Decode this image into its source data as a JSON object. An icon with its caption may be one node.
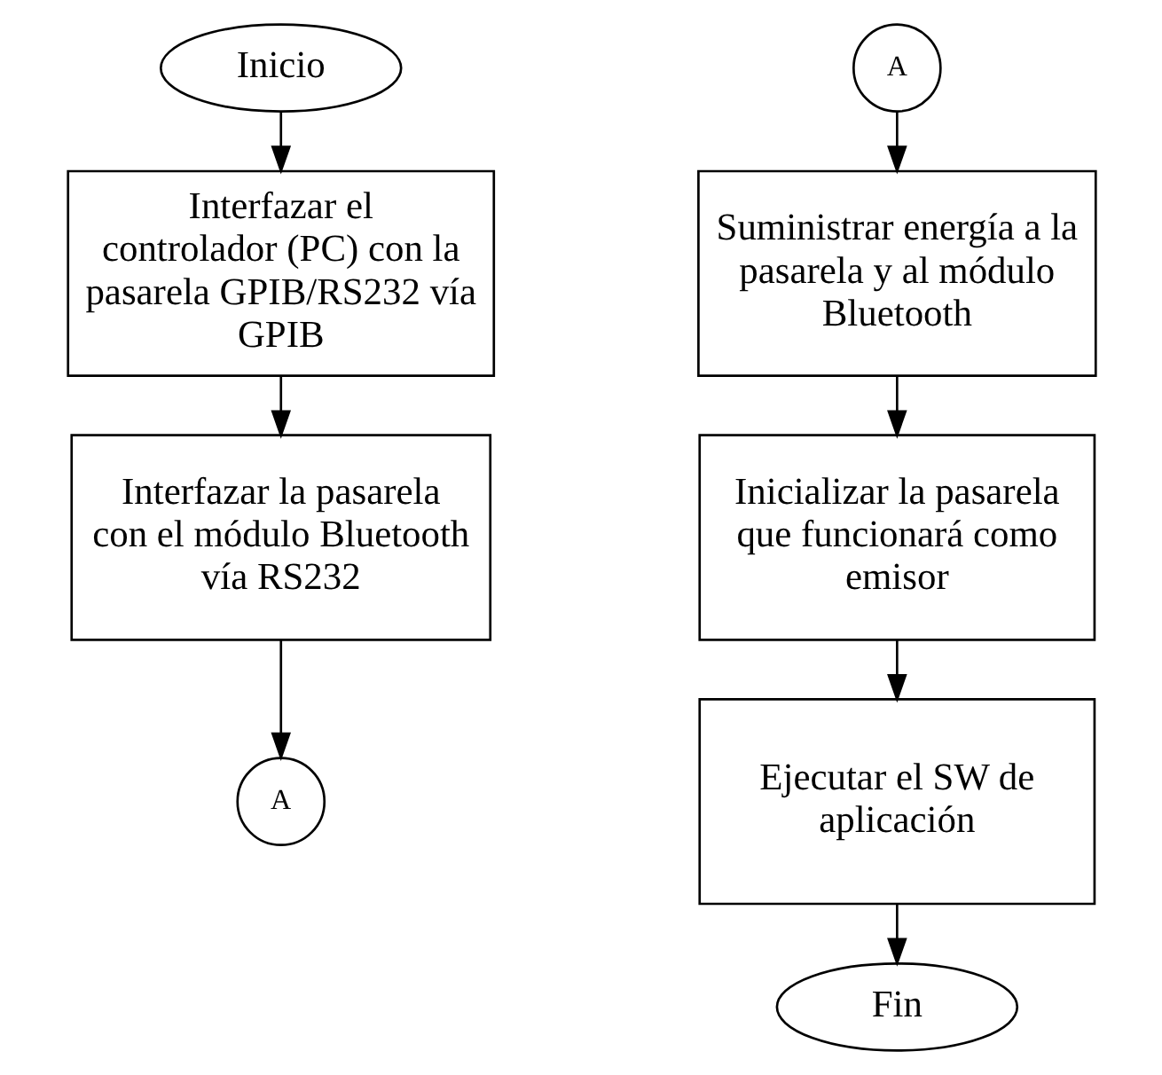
{
  "diagram": {
    "nodes": [
      {
        "text": [
          "Inicio"
        ]
      },
      {
        "text": [
          "Interfazar el controlador (PC) con la pasarela GPIB/RS232 vía GPIB"
        ]
      },
      {
        "text": [
          "Interfazar la pasarela con el módulo Bluetooth vía RS232"
        ]
      },
      {
        "text": [
          "A"
        ]
      },
      {
        "text": [
          "A"
        ]
      },
      {
        "text": [
          "Suministrar energía a la pasarela y al módulo Bluetooth"
        ]
      },
      {
        "text": [
          "Inicializar la pasarela que funcionará como emisor"
        ]
      },
      {
        "text": [
          "Ejecutar el SW de aplicación"
        ]
      },
      {
        "text": [
          "Fin"
        ]
      }
    ],
    "edges": [
      {
        "from": 0,
        "to": 1,
        "arrow": "to"
      },
      {
        "from": 1,
        "to": 2,
        "arrow": "to"
      },
      {
        "from": 2,
        "to": 3,
        "arrow": "to"
      },
      {
        "from": 4,
        "to": 5,
        "arrow": "to"
      },
      {
        "from": 5,
        "to": 6,
        "arrow": "to"
      },
      {
        "from": 6,
        "to": 7,
        "arrow": "to"
      },
      {
        "from": 7,
        "to": 8,
        "arrow": "to"
      }
    ]
  }
}
